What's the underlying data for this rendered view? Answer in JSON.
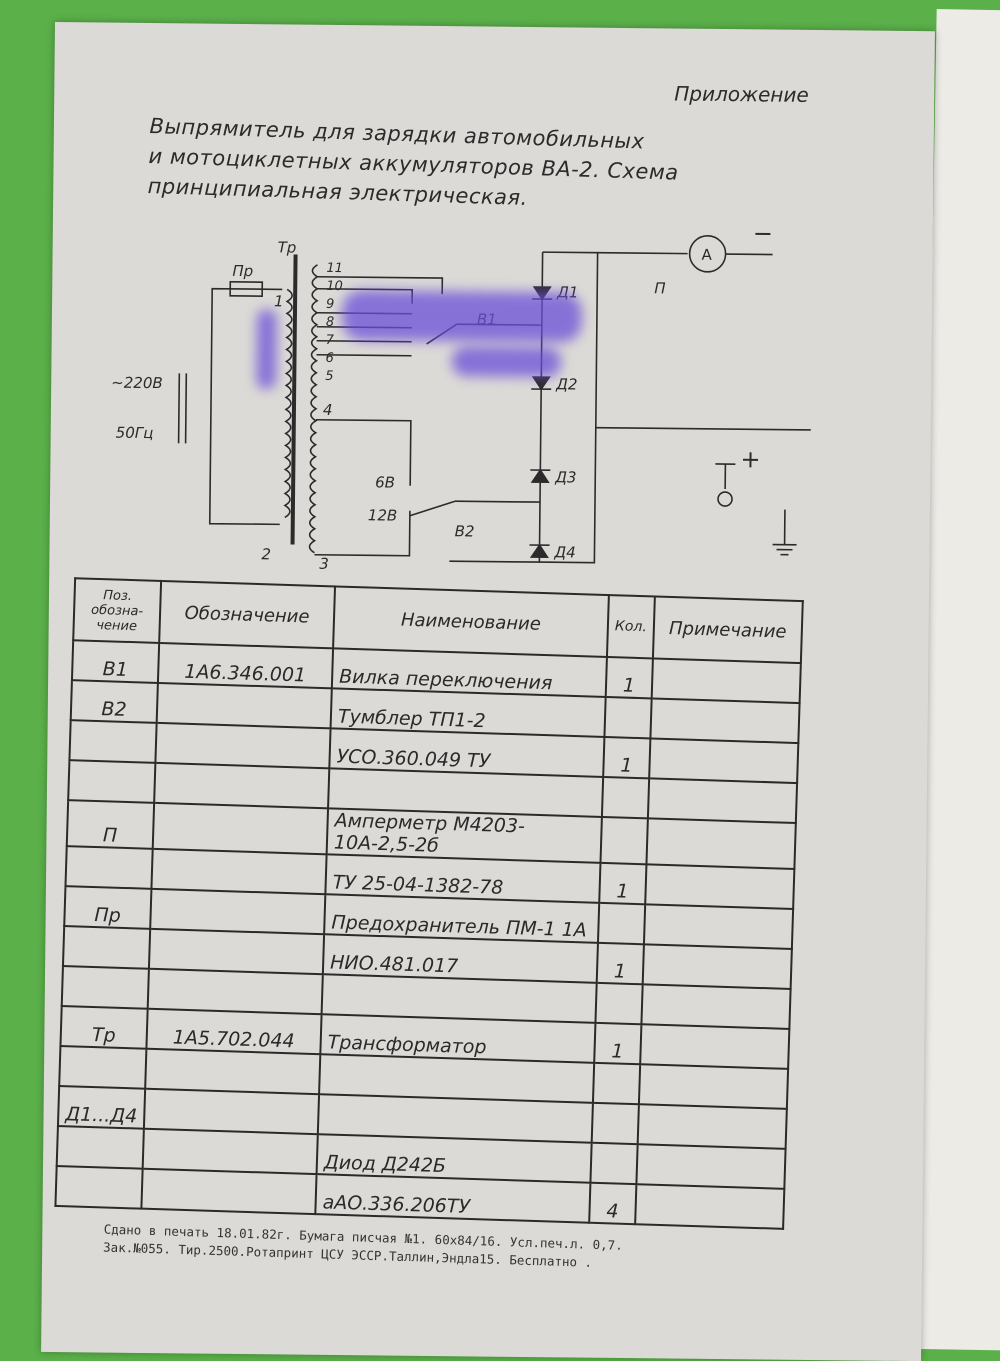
{
  "header": {
    "appendix": "Приложение",
    "title_lines": [
      "Выпрямитель для зарядки автомобильных",
      "и мотоциклетных аккумуляторов ВА-2. Схема",
      "принципиальная электрическая."
    ]
  },
  "schematic": {
    "transformer": "Тр",
    "fuse": "Пр",
    "mains_voltage": "~220В",
    "mains_freq": "50Гц",
    "taps": [
      "1",
      "2",
      "3",
      "4",
      "5",
      "6",
      "7",
      "8",
      "9",
      "10",
      "11"
    ],
    "switch1": "В1",
    "switch2": "В2",
    "v6": "6В",
    "v12": "12В",
    "diodes": [
      "Д1",
      "Д2",
      "Д3",
      "Д4"
    ],
    "ammeter": "А",
    "ammeter_ref": "П",
    "minus": "−",
    "plus": "+"
  },
  "table": {
    "headers": [
      "Поз. обозна- чение",
      "Обозначение",
      "Наименование",
      "Кол.",
      "Примечание"
    ],
    "rows": [
      [
        "В1",
        "1А6.346.001",
        "Вилка переключения",
        "1",
        ""
      ],
      [
        "В2",
        "",
        "Тумблер ТП1-2",
        "",
        ""
      ],
      [
        "",
        "",
        "УСО.360.049 ТУ",
        "1",
        ""
      ],
      [
        "",
        "",
        "",
        "",
        ""
      ],
      [
        "П",
        "",
        "Амперметр М4203-10А-2,5-2б",
        "",
        ""
      ],
      [
        "",
        "",
        "ТУ 25-04-1382-78",
        "1",
        ""
      ],
      [
        "Пр",
        "",
        "Предохранитель ПМ-1 1А",
        "",
        ""
      ],
      [
        "",
        "",
        "НИО.481.017",
        "1",
        ""
      ],
      [
        "",
        "",
        "",
        "",
        ""
      ],
      [
        "Тр",
        "1А5.702.044",
        "Трансформатор",
        "1",
        ""
      ],
      [
        "",
        "",
        "",
        "",
        ""
      ],
      [
        "Д1...Д4",
        "",
        "",
        "",
        ""
      ],
      [
        "",
        "",
        "Диод Д242Б",
        "",
        ""
      ],
      [
        "",
        "",
        "аАО.336.206ТУ",
        "4",
        ""
      ]
    ]
  },
  "imprint": [
    "Сдано в печать 18.01.82г. Бумага писчая №1. 60х84/16. Усл.печ.л. 0,7.",
    "Зак.№055. Тир.2500.Ротапринт ЦСУ ЭССР.Таллин,Эндла15. Бесплатно ."
  ]
}
